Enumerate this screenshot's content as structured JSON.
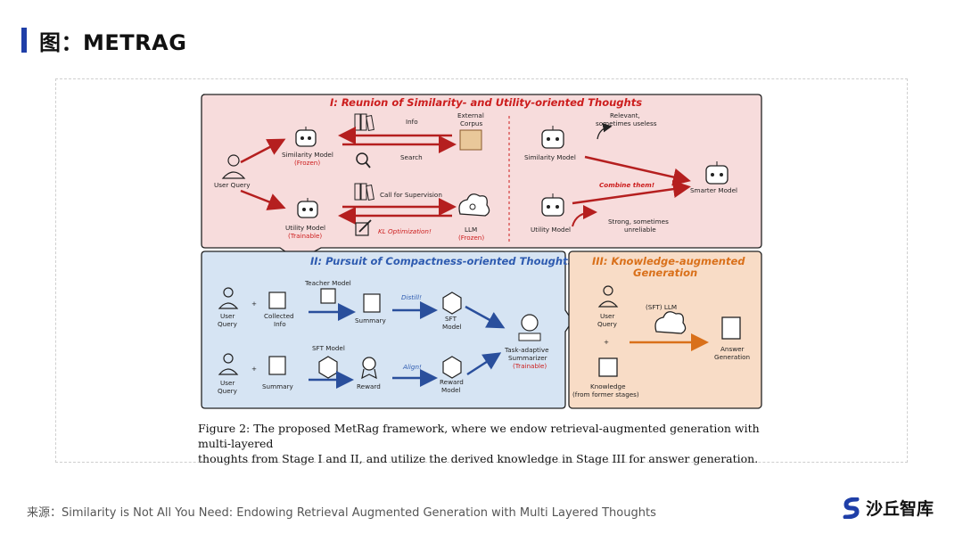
{
  "header": {
    "title": "图：METRAG"
  },
  "diagram": {
    "stage1": {
      "title": "I: Reunion of Similarity- and Utility-oriented Thoughts",
      "info": "Info",
      "external_corpus": "External",
      "external_corpus2": "Corpus",
      "search": "Search",
      "user_query": "User Query",
      "similarity_model": "Similarity Model",
      "frozen": "(Frozen)",
      "call_for_supervision": "Call for Supervision",
      "utility_model": "Utility Model",
      "trainable": "(Trainable)",
      "kl_optimization": "KL Optimization!",
      "llm": "LLM",
      "llm_frozen": "(Frozen)",
      "relevant": "Relevant,",
      "relevant2": "sometimes useless",
      "similarity_model_right": "Similarity Model",
      "combine_them": "Combine them!",
      "smarter_model": "Smarter Model",
      "utility_model_right": "Utility Model",
      "strong": "Strong, sometimes",
      "strong2": "unreliable"
    },
    "stage2": {
      "title": "II: Pursuit of Compactness-oriented Thoughts",
      "teacher_model": "Teacher Model",
      "user": "User",
      "query": "Query",
      "collected": "Collected",
      "info": "Info",
      "summary": "Summary",
      "distill": "Distill!",
      "sft": "SFT",
      "model": "Model",
      "task_adaptive": "Task-adaptive",
      "summarizer": "Summarizer",
      "trainable": "(Trainable)",
      "sft_model": "SFT Model",
      "user2": "User",
      "query2": "Query",
      "summary2": "Summary",
      "reward": "Reward",
      "align": "Align!",
      "reward_model": "Reward",
      "reward_model2": "Model"
    },
    "stage3": {
      "title": "III: Knowledge-augmented",
      "title2": "Generation",
      "user": "User",
      "query": "Query",
      "sft_llm": "(SFT) LLM",
      "answer": "Answer",
      "generation": "Generation",
      "knowledge": "Knowledge",
      "from_former": "(from former stages)"
    }
  },
  "caption": {
    "line1": "Figure 2: The proposed MetRag framework, where we endow retrieval-augmented generation with multi-layered",
    "line2": "thoughts from Stage I and II, and utilize the derived knowledge in Stage III for answer generation."
  },
  "footer": {
    "source": "来源：Similarity is Not All You Need: Endowing Retrieval Augmented Generation with Multi Layered Thoughts",
    "brand": "沙丘智库"
  },
  "colors": {
    "accent": "#1f3fa8",
    "stage1_bg": "#f7dcdc",
    "stage2_bg": "#d6e4f3",
    "stage3_bg": "#f8dcc6",
    "red": "#cc1d1d",
    "blue": "#2e5bb0",
    "orange": "#d9701a"
  }
}
